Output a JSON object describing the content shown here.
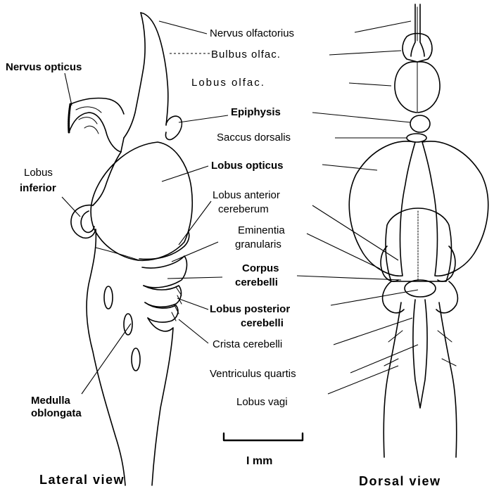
{
  "labels": {
    "nervus_opticus": "Nervus opticus",
    "lobus_inferior_1": "Lobus",
    "lobus_inferior_2": "inferior",
    "medulla_1": "Medulla",
    "medulla_2": "oblongata",
    "nervus_olfactorius": "Nervus olfactorius",
    "bulbus_olfac": "Bulbus olfac.",
    "lobus_olfac": "Lobus olfac.",
    "epiphysis": "Epiphysis",
    "saccus_dorsalis": "Saccus dorsalis",
    "lobus_opticus": "Lobus opticus",
    "lobus_anterior_1": "Lobus anterior",
    "lobus_anterior_2": "cereberum",
    "eminentia_1": "Eminentia",
    "eminentia_2": "granularis",
    "corpus_1": "Corpus",
    "corpus_2": "cerebelli",
    "lobus_posterior_1": "Lobus posterior",
    "lobus_posterior_2": "cerebelli",
    "crista_cerebelli": "Crista cerebelli",
    "ventriculus_quartis": "Ventriculus quartis",
    "lobus_vagi": "Lobus vagi"
  },
  "scale_bar": {
    "label": "I mm"
  },
  "captions": {
    "lateral": "Lateral view",
    "dorsal": "Dorsal view"
  }
}
